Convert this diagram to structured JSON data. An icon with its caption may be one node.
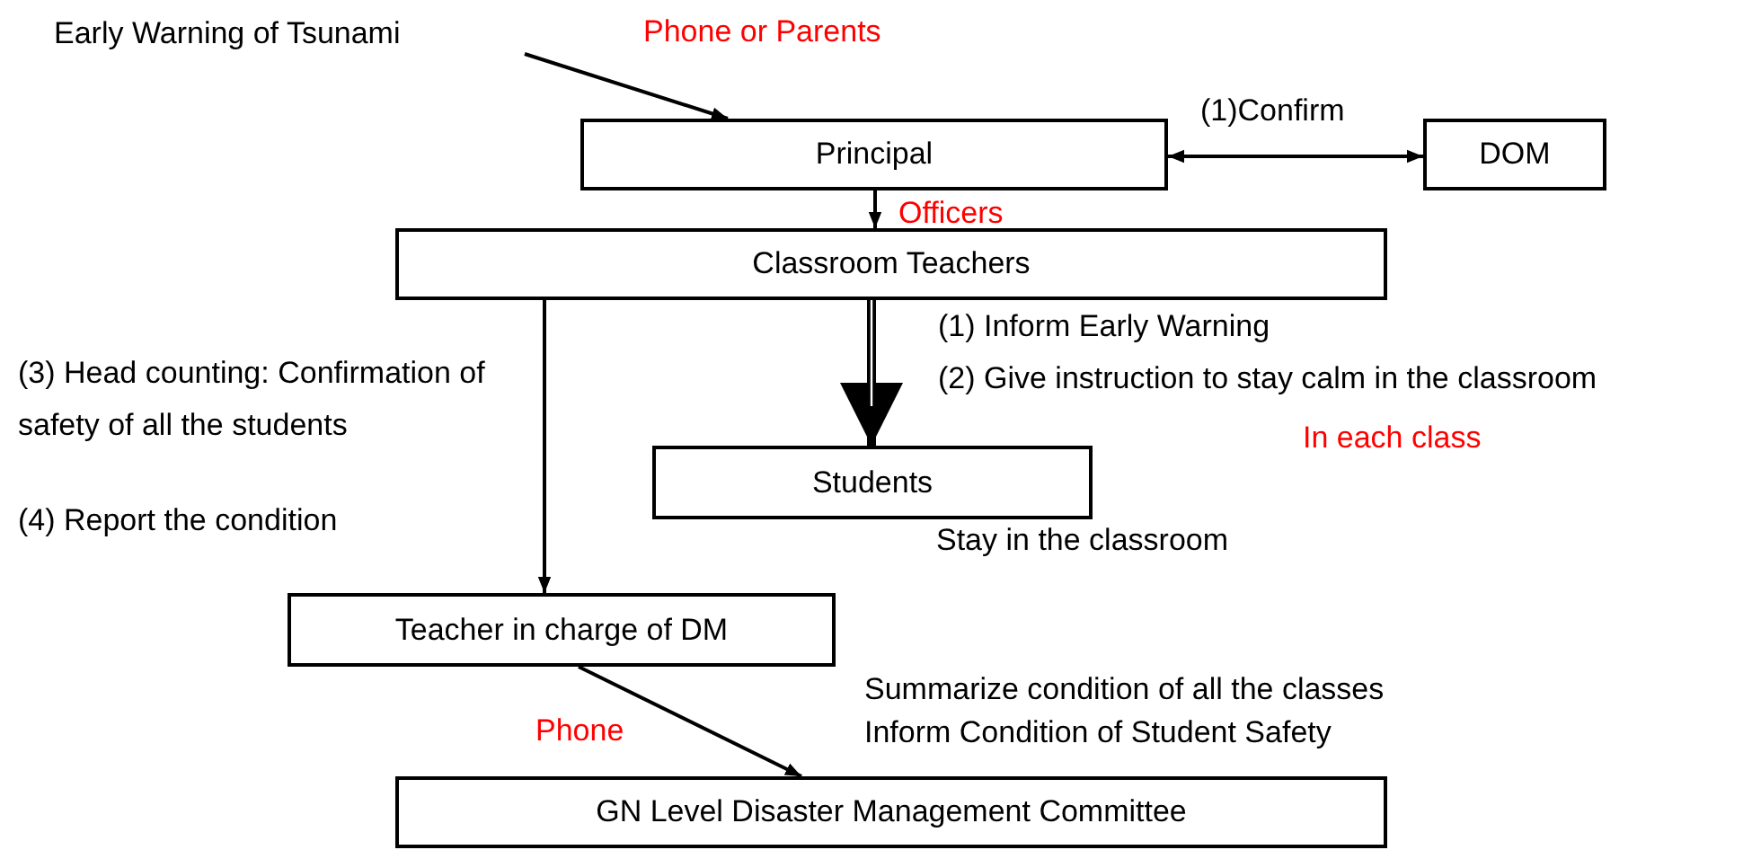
{
  "diagram": {
    "nodes": [
      {
        "text": [
          "Early Warning of Tsunami"
        ]
      },
      {
        "text": [
          "Principal"
        ]
      },
      {
        "text": [
          "DOM"
        ]
      },
      {
        "text": [
          "Classroom Teachers"
        ]
      },
      {
        "text": [
          "Students"
        ],
        "beside": [
          "Stay in the classroom"
        ]
      },
      {
        "text": [
          "Teacher in charge of DM"
        ]
      },
      {
        "text": [
          "GN Level Disaster Management Committee"
        ]
      }
    ],
    "edges": [
      {
        "from": 0,
        "to": 1,
        "arrow": "to"
      },
      {
        "from": 1,
        "to": 2,
        "arrow": "both",
        "label": "(1)Confirm"
      },
      {
        "from": 1,
        "to": 3,
        "arrow": "to"
      },
      {
        "from": 3,
        "to": 4,
        "arrow": "to",
        "style": "thick"
      },
      {
        "from": 3,
        "to": 5,
        "arrow": "to"
      },
      {
        "from": 5,
        "to": 6,
        "arrow": "to"
      }
    ],
    "labels": [
      "Phone or Parents",
      "Officers",
      "(1) Inform Early Warning",
      "(2) Give instruction to stay calm in the classroom",
      "In each class",
      "(3) Head counting: Confirmation of safety of all the students",
      "(4) Report the condition",
      "Summarize condition of all the classes",
      "Inform Condition of Student Safety",
      "Phone"
    ]
  }
}
